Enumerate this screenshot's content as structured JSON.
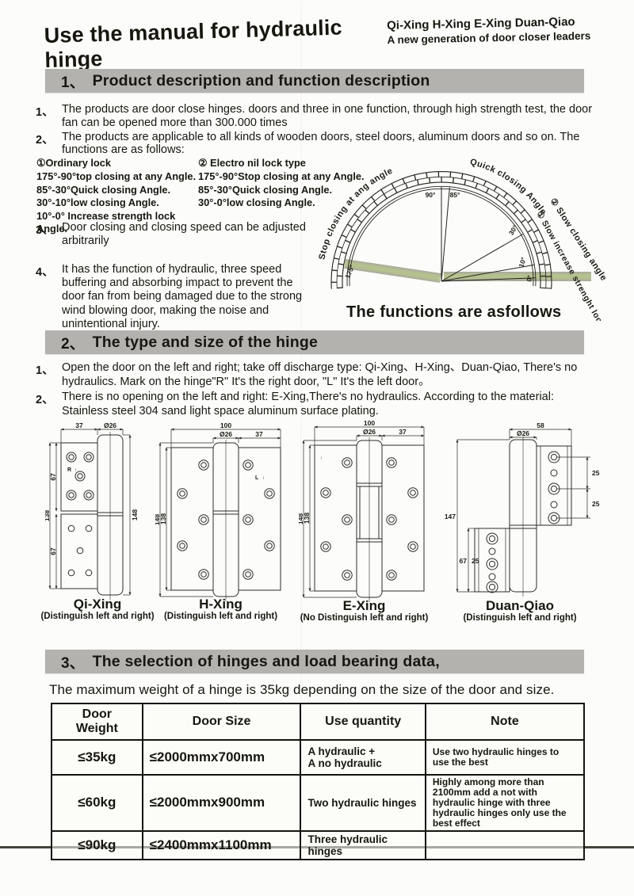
{
  "page": {
    "title": "Use the manual for hydraulic hinge",
    "brand_line1": "Qi-Xing H-Xing E-Xing  Duan-Qiao",
    "brand_line2": "A new generation of door closer leaders"
  },
  "section1": {
    "num": "1、",
    "title": "Product description and function description",
    "items": [
      {
        "num": "1、",
        "text": "The products are door close hinges. doors and three in one function, through high strength test, the door fan can be opened more than 300.000 times"
      },
      {
        "num": "2、",
        "text": "The products are applicable to all kinds of wooden doors, steel doors, aluminum doors and so on. The functions are as follows:"
      },
      {
        "num": "3、",
        "text": "Door closing and closing speed can be adjusted arbitrarily"
      },
      {
        "num": "4、",
        "text": "It has the function of hydraulic, three speed buffering and absorbing impact to prevent the door fan from being damaged due to the strong wind blowing door, making the noise and unintentional injury."
      }
    ],
    "ordinary_lock": {
      "title": "①Ordinary lock",
      "lines": [
        "175°-90°top closing at any Angle.",
        "85°-30°Quick closing Angle.",
        "30°-10°low closing Angle.",
        "10°-0° Increase strength lock Angle."
      ]
    },
    "electro_lock": {
      "title": "② Electro nil lock type",
      "lines": [
        "175°-90°Stop closing at any Angle.",
        "85°-30°Quick closing Angle.",
        "30°-0°low closing Angle."
      ]
    },
    "diagram": {
      "arc_label_left": "Stop closing at ang angle",
      "arc_label_right": "Quick closing Angle",
      "side_label_slow_closing": "② Slow closing angle",
      "side_label_slow_increase": "① Slow increase strenght lock",
      "angle_175": "175°",
      "angle_90": "90°",
      "angle_85": "85°",
      "angle_30": "30°",
      "angle_10": "10°",
      "angle_0": "0°",
      "caption": "The functions are asfollows",
      "door_color": "#b5c18e"
    }
  },
  "section2": {
    "num": "2、",
    "title": "The type and size of the hinge",
    "items": [
      {
        "num": "1、",
        "text": "Open the door on the left and right; take off discharge type: Qi-Xing、H-Xing、Duan-Qiao, There's no hydraulics. Mark on the hinge\"R\" It's the right door, \"L\" It's the left door。"
      },
      {
        "num": "2、",
        "text": "There is no opening on the left and right: E-Xing,There's no hydraulics. According to the material: Stainless steel 304 sand light space aluminum surface plating."
      }
    ],
    "hinges": [
      {
        "name": "Qi-Xing",
        "note": "(Distinguish left and right)",
        "mark": "R",
        "arrow": "↑",
        "dims": {
          "plate_w": "37",
          "dia": "Ø26",
          "seg_top": "67",
          "left_total": "138",
          "seg_bottom": "67",
          "right_total": "148"
        }
      },
      {
        "name": "H-Xing",
        "note": "(Distinguish left and right)",
        "mark": "L",
        "arrow": "↑",
        "dims": {
          "total_w": "100",
          "dia": "Ø26",
          "plate_w": "37",
          "left_outer": "148",
          "left_inner": "138"
        }
      },
      {
        "name": "E-Xing",
        "note": "(No Distinguish left and right)",
        "arrow": "↑",
        "dims": {
          "total_w": "100",
          "dia": "Ø26",
          "plate_w": "37",
          "left_outer": "148",
          "left_inner": "138"
        }
      },
      {
        "name": "Duan-Qiao",
        "note": "(Distinguish left and right)",
        "dims": {
          "total_w": "58",
          "dia": "Ø26",
          "pitch_a": "25",
          "pitch_b": "25",
          "left_total": "147",
          "seg_a": "67",
          "seg_b": "25"
        }
      }
    ]
  },
  "section3": {
    "num": "3、",
    "title": "The selection of hinges and load bearing data,",
    "intro": "The maximum weight of a hinge is 35kg depending on the size of the door and size.",
    "table": {
      "headers": [
        "Door\nWeight",
        "Door Size",
        "Use quantity",
        "Note"
      ],
      "rows": [
        [
          "≤35kg",
          "≤2000mmx700mm",
          "A hydraulic +\nA no hydraulic",
          "Use two hydraulic hinges to use the best"
        ],
        [
          "≤60kg",
          "≤2000mmx900mm",
          "Two hydraulic hinges",
          "Highly among more than 2100mm add a not with hydraulic hinge with three hydraulic hinges only use the best effect"
        ],
        [
          "≤90kg",
          "≤2400mmx1100mm",
          "Three hydraulic hinges",
          ""
        ]
      ]
    }
  }
}
